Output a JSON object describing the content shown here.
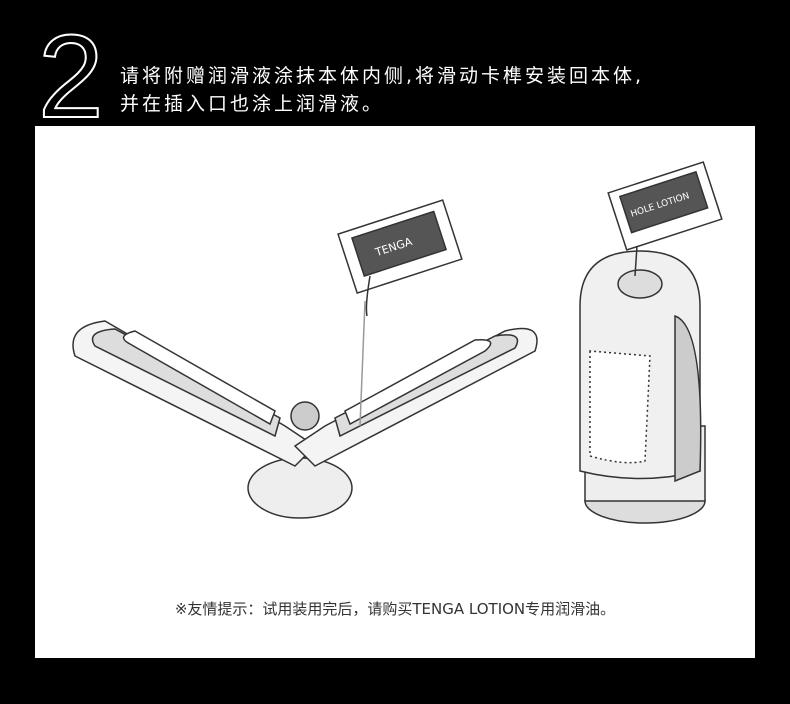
{
  "step_number": "2",
  "instruction_line1": "请将附赠润滑液涂抹本体内侧,将滑动卡榫安装回本体,",
  "instruction_line2": "并在插入口也涂上润滑液。",
  "note": "※友情提示：试用装用完后，请购买TENGA LOTION专用润滑油。",
  "packet_brand": "TENGA",
  "packet_label": "HOLE LOTION"
}
